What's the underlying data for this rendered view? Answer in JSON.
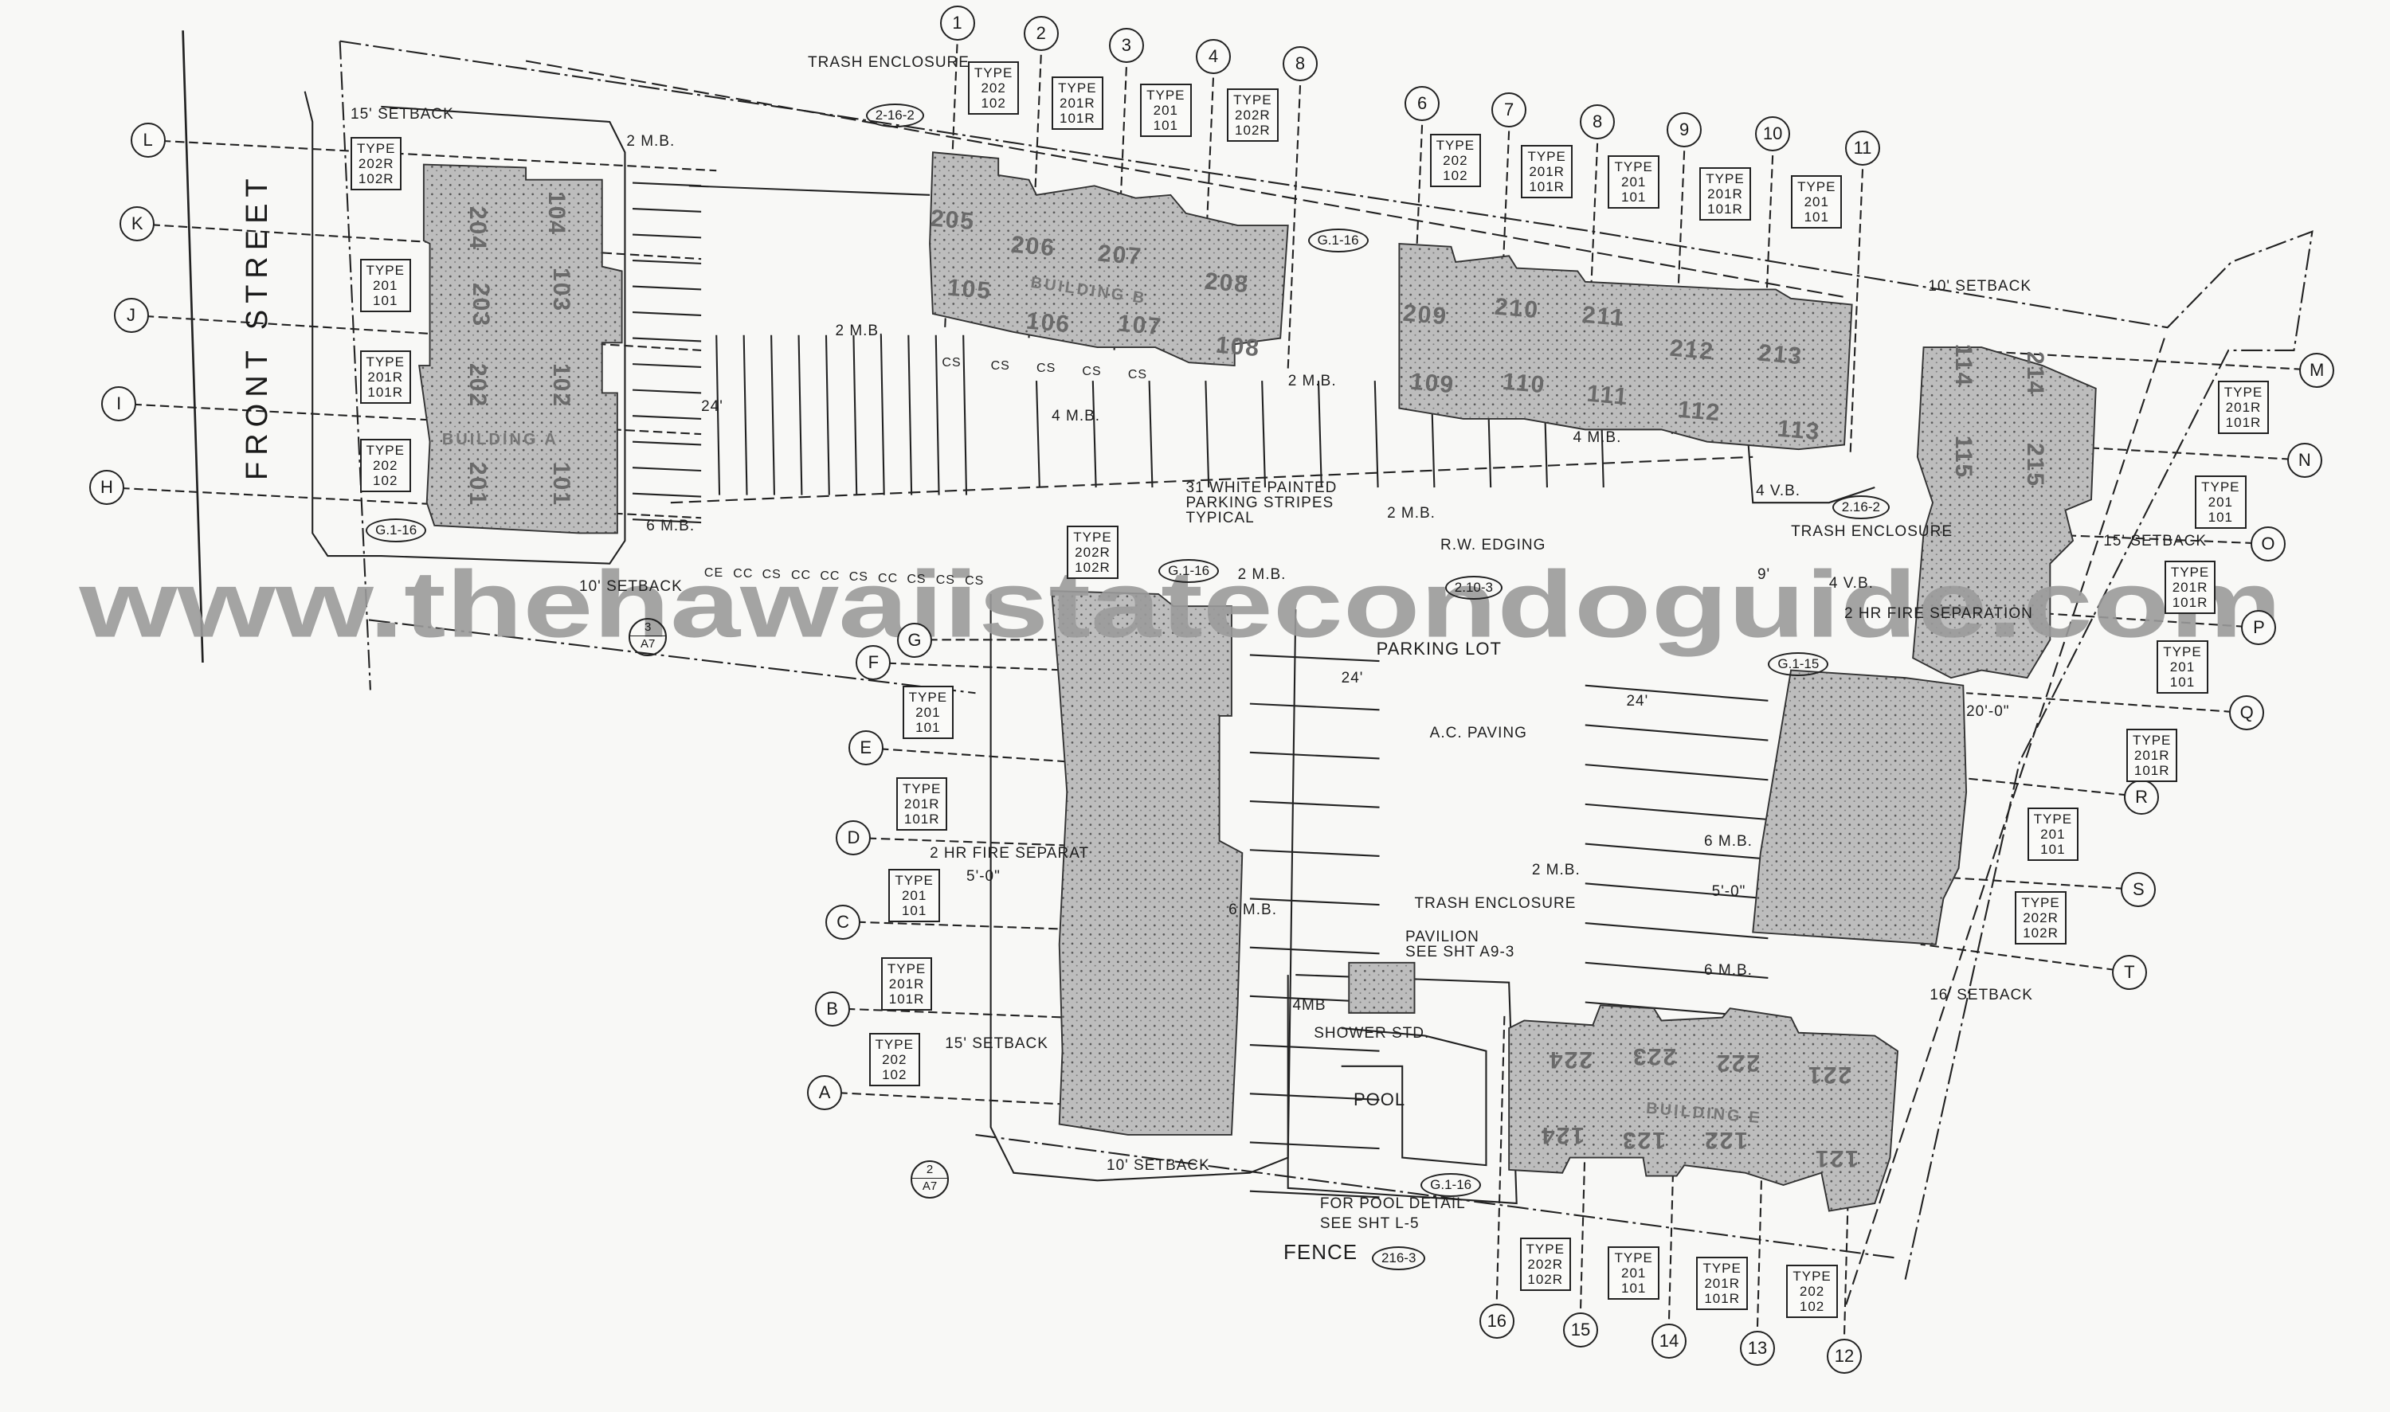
{
  "watermark": "www.thehawaiistatecondoguide.com",
  "street_name": "FRONT STREET",
  "colors": {
    "paper": "#f8f8f6",
    "building_fill": "#b9b9b9",
    "ink": "#1e1e1e",
    "watermark": "#9a9a9a"
  },
  "grid_bubbles": {
    "top": [
      "1",
      "2",
      "3",
      "4",
      "8",
      "6",
      "7",
      "8",
      "9",
      "10",
      "11"
    ],
    "left": [
      "L",
      "K",
      "J",
      "I",
      "H"
    ],
    "right": [
      "M",
      "N",
      "O",
      "P",
      "Q",
      "R",
      "S",
      "T"
    ],
    "lower_left": [
      "G",
      "F",
      "E",
      "D",
      "C",
      "B",
      "A"
    ],
    "bottom": [
      "16",
      "15",
      "14",
      "13",
      "12"
    ]
  },
  "type_tags": [
    [
      "TYPE",
      "202R",
      "102R"
    ],
    [
      "TYPE",
      "201",
      "101"
    ],
    [
      "TYPE",
      "201R",
      "101R"
    ],
    [
      "TYPE",
      "202",
      "102"
    ],
    [
      "TYPE",
      "202",
      "102"
    ],
    [
      "TYPE",
      "201R",
      "101R"
    ],
    [
      "TYPE",
      "201",
      "101"
    ],
    [
      "TYPE",
      "202R",
      "102R"
    ],
    [
      "TYPE",
      "202",
      "102"
    ],
    [
      "TYPE",
      "201R",
      "101R"
    ],
    [
      "TYPE",
      "201",
      "101"
    ],
    [
      "TYPE",
      "201R",
      "101R"
    ],
    [
      "TYPE",
      "201",
      "101"
    ],
    [
      "TYPE",
      "201R",
      "101R"
    ],
    [
      "TYPE",
      "201",
      "101"
    ],
    [
      "TYPE",
      "201R",
      "101R"
    ],
    [
      "TYPE",
      "201",
      "101"
    ],
    [
      "TYPE",
      "201R",
      "101R"
    ],
    [
      "TYPE",
      "201",
      "101"
    ],
    [
      "TYPE",
      "202R",
      "102R"
    ],
    [
      "TYPE",
      "202R",
      "102R"
    ],
    [
      "TYPE",
      "201",
      "101"
    ],
    [
      "TYPE",
      "201R",
      "101R"
    ],
    [
      "TYPE",
      "201",
      "101"
    ],
    [
      "TYPE",
      "201R",
      "101R"
    ],
    [
      "TYPE",
      "202",
      "102"
    ],
    [
      "TYPE",
      "202R",
      "102R"
    ],
    [
      "TYPE",
      "201",
      "101"
    ],
    [
      "TYPE",
      "201R",
      "101R"
    ],
    [
      "TYPE",
      "202",
      "102"
    ]
  ],
  "units": {
    "building_a": [
      "204",
      "104",
      "203",
      "103",
      "202",
      "102",
      "201",
      "101"
    ],
    "building_b": [
      "205",
      "206",
      "207",
      "208",
      "105",
      "106",
      "107",
      "108"
    ],
    "building_c": [
      "209",
      "210",
      "211",
      "212",
      "213",
      "109",
      "110",
      "111",
      "112",
      "113"
    ],
    "building_d": [
      "114",
      "214",
      "115",
      "215"
    ],
    "building_e": [
      "224",
      "223",
      "222",
      "221",
      "124",
      "123",
      "122",
      "121"
    ]
  },
  "building_labels": [
    "BUILDING A",
    "BUILDING B",
    "BUILDING E"
  ],
  "parking_stalls": {
    "row_north": [
      "CS",
      "CS",
      "CS",
      "CS",
      "CS"
    ],
    "row_south": [
      "CE",
      "CC",
      "CS",
      "CC",
      "CC",
      "CS",
      "CC",
      "CS",
      "CS",
      "CS"
    ]
  },
  "annotations": [
    "15' SETBACK",
    "2 M.B.",
    "24'",
    "6 M.B.",
    "10' SETBACK",
    "TRASH ENCLOSURE",
    "2 M.B.",
    "4 M.B.",
    "2 M.B.",
    "31 WHITE PAINTED PARKING STRIPES TYPICAL",
    "2 M.B.",
    "R.W. EDGING",
    "PARKING LOT",
    "24'",
    "24'",
    "A.C. PAVING",
    "4 M.B.",
    "4 V.B.",
    "TRASH ENCLOSURE",
    "9'",
    "4 V.B.",
    "2 HR FIRE SEPARATION",
    "10' SETBACK",
    "15' SETBACK",
    "20'-0\"",
    "16' SETBACK",
    "6 M.B.",
    "5'-0\"",
    "6 M.B.",
    "2 HR FIRE SEPARAT",
    "5'-0\"",
    "6 M.B.",
    "2 M.B.",
    "TRASH ENCLOSURE",
    "PAVILION SEE SHT A9-3",
    "4MB",
    "SHOWER STD.",
    "POOL",
    "15' SETBACK",
    "10' SETBACK",
    "FOR POOL DETAIL",
    "SEE SHT L-5",
    "FENCE",
    "2 M.B."
  ],
  "detail_ovals": [
    "G.1-16",
    "2-16-2",
    "G.1-16",
    "G.1-16",
    "2.10-3",
    "2.16-2",
    "G.1-15",
    "G.1-16",
    "216-3"
  ],
  "section_refs": [
    [
      "3",
      "A7"
    ],
    [
      "2",
      "A7"
    ]
  ]
}
